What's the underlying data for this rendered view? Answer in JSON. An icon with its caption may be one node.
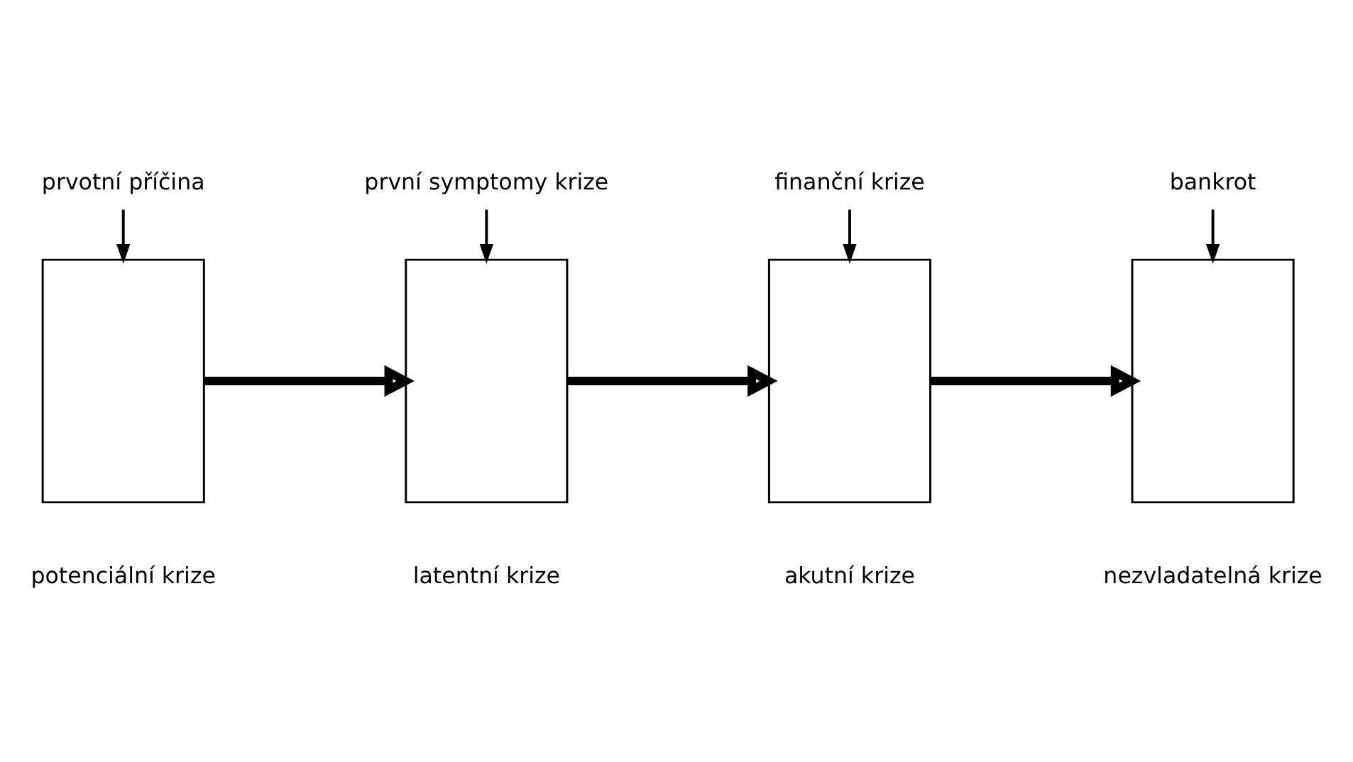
{
  "diagram": {
    "nodes": [
      {
        "text": [
          "prvotní příčina"
        ]
      },
      {
        "text": [],
        "shape": "box",
        "beside": [
          "potenciální krize"
        ]
      },
      {
        "text": [
          "první symptomy krize"
        ]
      },
      {
        "text": [],
        "shape": "box",
        "beside": [
          "latentní krize"
        ]
      },
      {
        "text": [
          "finanční krize"
        ]
      },
      {
        "text": [],
        "shape": "box",
        "beside": [
          "akutní krize"
        ]
      },
      {
        "text": [
          "bankrot"
        ]
      },
      {
        "text": [],
        "shape": "box",
        "beside": [
          "nezvladatelná krize"
        ]
      }
    ],
    "edges": [
      {
        "from": 0,
        "to": 1,
        "arrow": "to"
      },
      {
        "from": 2,
        "to": 3,
        "arrow": "to"
      },
      {
        "from": 4,
        "to": 5,
        "arrow": "to"
      },
      {
        "from": 6,
        "to": 7,
        "arrow": "to"
      },
      {
        "from": 1,
        "to": 3,
        "arrow": "to",
        "style": "thick"
      },
      {
        "from": 3,
        "to": 5,
        "arrow": "to",
        "style": "thick"
      },
      {
        "from": 5,
        "to": 7,
        "arrow": "to",
        "style": "thick"
      }
    ]
  }
}
